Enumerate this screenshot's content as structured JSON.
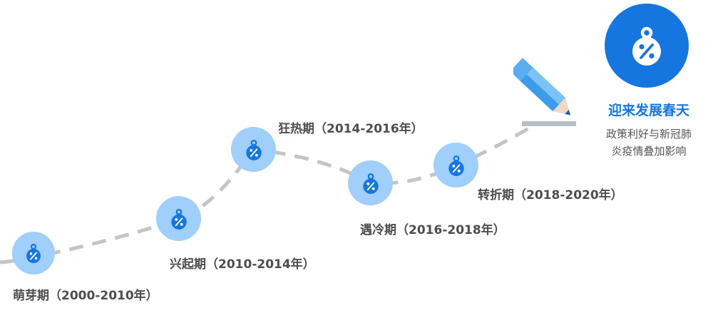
{
  "stages": [
    {
      "id": "sprout",
      "label": "萌芽期（2000-2010年）",
      "icon": "percent-bag-icon"
    },
    {
      "id": "rise",
      "label": "兴起期（2010-2014年）",
      "icon": "percent-bag-icon"
    },
    {
      "id": "frenzy",
      "label": "狂热期（2014-2016年）",
      "icon": "percent-bag-icon"
    },
    {
      "id": "cold",
      "label": "遇冷期（2016-2018年）",
      "icon": "percent-bag-icon"
    },
    {
      "id": "turning",
      "label": "转折期（2018-2020年）",
      "icon": "percent-bag-icon"
    }
  ],
  "highlight": {
    "title": "迎来发展春天",
    "desc_line1": "政策利好与新冠肺",
    "desc_line2": "炎疫情叠加影响",
    "icon": "percent-bag-icon"
  },
  "decor": {
    "pencil_icon": "pencil-icon"
  },
  "colors": {
    "node_light": "#9fcffa",
    "node_dark": "#1676e0",
    "dash": "#c4c4c4",
    "label_text": "#4d4d4d",
    "accent": "#1676e0"
  }
}
